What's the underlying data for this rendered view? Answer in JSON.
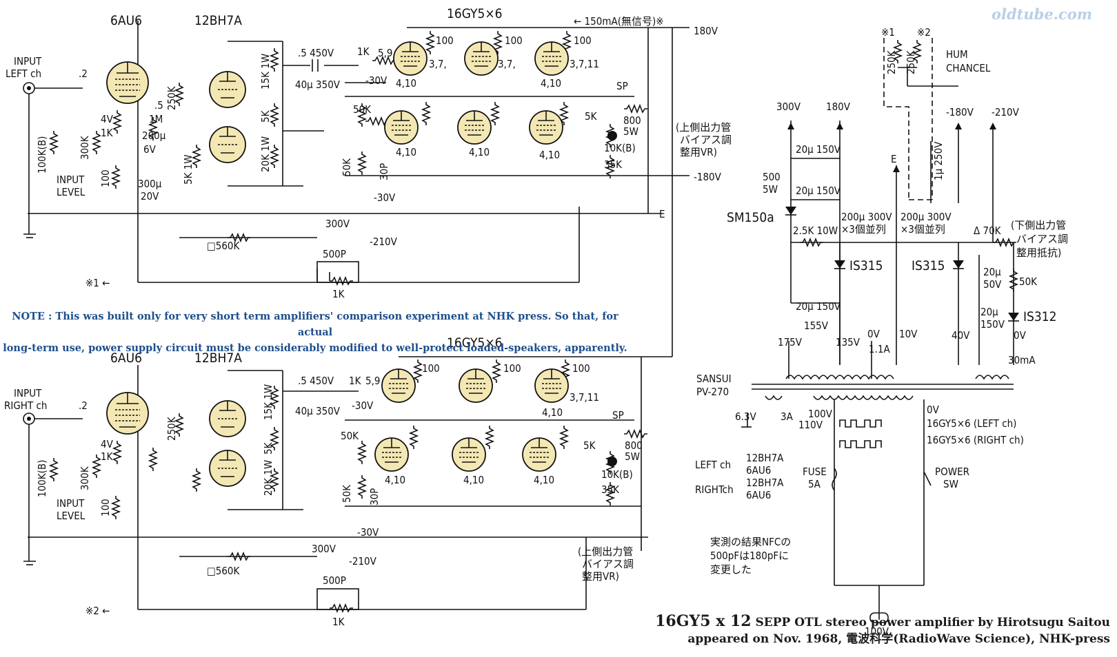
{
  "watermark": "oldtube.com",
  "note": {
    "line1": "NOTE : This was built only for very short term amplifiers' comparison experiment at NHK press. So that, for actual",
    "line2": "long-term use, power supply circuit must be considerably modified to well-protect loaded-speakers, apparently."
  },
  "title": {
    "tubes": "16GY5 x 12",
    "line1_rest": " SEPP OTL stereo power amplifier by Hirotsugu Saitou",
    "line2": "appeared on Nov. 1968, 電波科学(RadioWave Science), NHK-press"
  },
  "left_channel": {
    "input": [
      "INPUT",
      "LEFT ch"
    ],
    "tube_6au6": "6AU6",
    "tube_12bh7a": "12BH7A",
    "output_tubes": "16GY5×6",
    "idle_current": "← 150mA(無信号)※",
    "rail_plus": "180V",
    "rail_minus": "-180V",
    "pot_volume": "100K(B)",
    "input_level": [
      "INPUT",
      "LEVEL"
    ],
    "c_in": ".2",
    "r_300k": "300K",
    "r_100": "100",
    "r_1k": "1K",
    "v_4v": "4V",
    "r_1m": "1M",
    "c_200u": "200μ",
    "v_6v": "6V",
    "r_250k": "250K",
    "c_5": ".5",
    "c_300u": "300μ",
    "v_20v": "20V",
    "r_5k1w": "5K 1W",
    "r_15k1w": "15K 1W",
    "r_5k": "5K",
    "r_20k1w": "20K 1W",
    "c_45": ".5 450V",
    "c_40u": "40μ 350V",
    "r_1k_grid": "1K",
    "grid_res": "5,9",
    "r_100p": "100",
    "cath_pins": "4,10",
    "pins_37": "3,7,",
    "pins_11": "11",
    "pins_3711": "3,7,11",
    "neg30": "-30V",
    "r_50k": "50K",
    "c_30p": "30P",
    "sp": "SP",
    "r_5k_sp": "5K",
    "r_800": "800",
    "r_5w": "5W",
    "vr_10k": "10K(B)",
    "r_35k": "35K",
    "vr_note": [
      "(上側出力管",
      "バイアス調",
      "整用VR)"
    ],
    "v300": "300V",
    "v210": "-210V",
    "e": "E",
    "r_560k": "□560K",
    "c_500p": "500P",
    "r_nfb_1k": "1K",
    "ref": "※1 ←"
  },
  "right_channel": {
    "input": [
      "INPUT",
      "RIGHT ch"
    ],
    "tube_6au6": "6AU6",
    "tube_12bh7a": "12BH7A",
    "output_tubes": "16GY5×6",
    "ref": "※2 ←",
    "r_560k": "□560K",
    "c_500p": "500P",
    "r_nfb_1k": "1K",
    "v300": "300V",
    "v210": "-210V",
    "vr_note": [
      "(上側出力管",
      "バイアス調",
      "整用VR)"
    ]
  },
  "power_supply": {
    "hum_ref": [
      "※1",
      "※2"
    ],
    "hum_label": [
      "HUM",
      "CHANCEL"
    ],
    "r_250k_a": "250K",
    "r_250k_b": "250K",
    "c_1u250": "1μ 250V",
    "v300": "300V",
    "v180": "180V",
    "vm180": "-180V",
    "vm210": "-210V",
    "c_20u150a": "20μ 150V",
    "c_20u150b": "20μ 150V",
    "c_20u150c": "20μ 150V",
    "r_500_5w": [
      "500",
      "5W"
    ],
    "e": "E",
    "diode_sm": "SM150a",
    "r_25k": "2.5K 10W",
    "c_200u_a": [
      "200μ 300V",
      "×3個並列"
    ],
    "c_200u_b": [
      "200μ 300V",
      "×3個並列"
    ],
    "diode_1s315a": "IS315",
    "diode_1s315b": "IS315",
    "r_70k": "Δ 70K",
    "bias_note": [
      "(下側出力管",
      "バイアス調",
      "整用抵抗)"
    ],
    "c_20u50": [
      "20μ",
      "50V"
    ],
    "r_50k": "50K",
    "c_20u150d": [
      "20μ",
      "150V"
    ],
    "diode_1s312": "IS312",
    "taps": [
      "175V",
      "155V",
      "135V",
      "0V",
      "10V",
      "1.1A",
      "40V",
      "0V",
      "30mA"
    ],
    "transformer": [
      "SANSUI",
      "PV-270"
    ],
    "heater": [
      "6.3V",
      "3A"
    ],
    "primary": [
      "100V",
      "110V",
      "0V"
    ],
    "heater_loads": [
      "16GY5×6 (LEFT ch)",
      "16GY5×6 (RIGHT ch)"
    ],
    "left_heaters": [
      "LEFT ch",
      "12BH7A",
      "6AU6"
    ],
    "right_heaters": [
      "RIGHTch",
      "12BH7A",
      "6AU6"
    ],
    "fuse": [
      "FUSE",
      "5A"
    ],
    "power_sw": [
      "POWER",
      "SW"
    ],
    "mains": "100V",
    "nfc_note": [
      "実測の結果NFCの",
      "500pFは180pFに",
      "変更した"
    ]
  }
}
